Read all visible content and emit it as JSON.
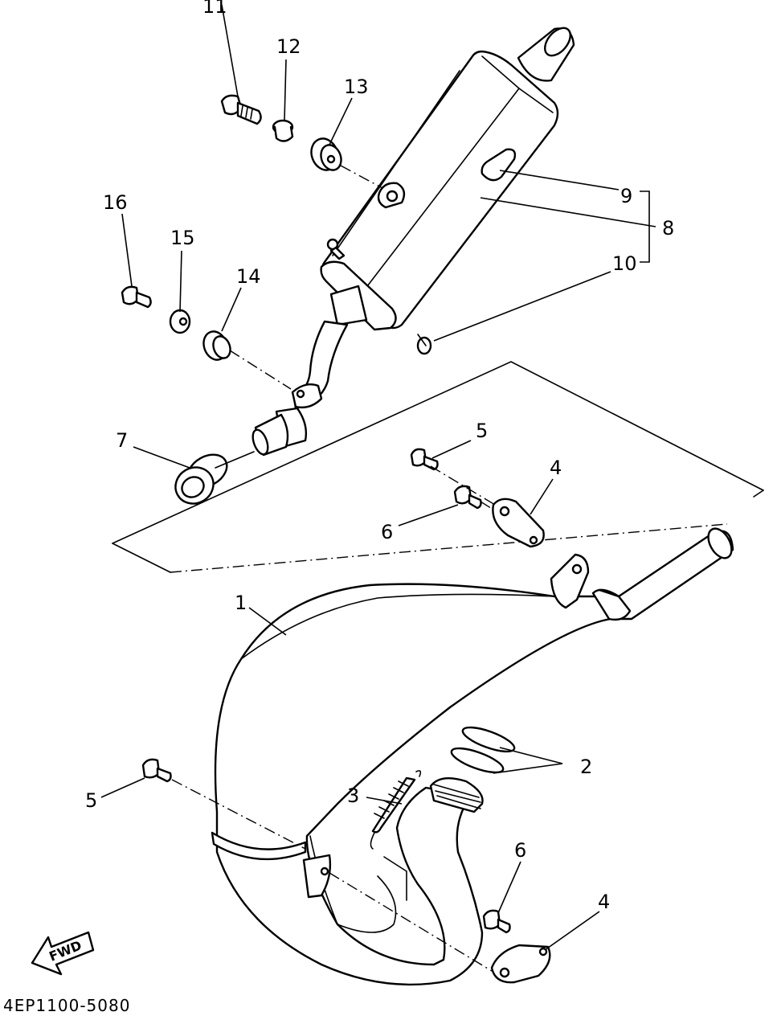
{
  "diagram_code": "4EP1100-5080",
  "fwd_label": "FWD",
  "callouts": {
    "c1": "1",
    "c2": "2",
    "c3": "3",
    "c4a": "4",
    "c4b": "4",
    "c5a": "5",
    "c5b": "5",
    "c6a": "6",
    "c6b": "6",
    "c7": "7",
    "c8": "8",
    "c9": "9",
    "c10": "10",
    "c11": "11",
    "c12": "12",
    "c13": "13",
    "c14": "14",
    "c15": "15",
    "c16": "16"
  }
}
